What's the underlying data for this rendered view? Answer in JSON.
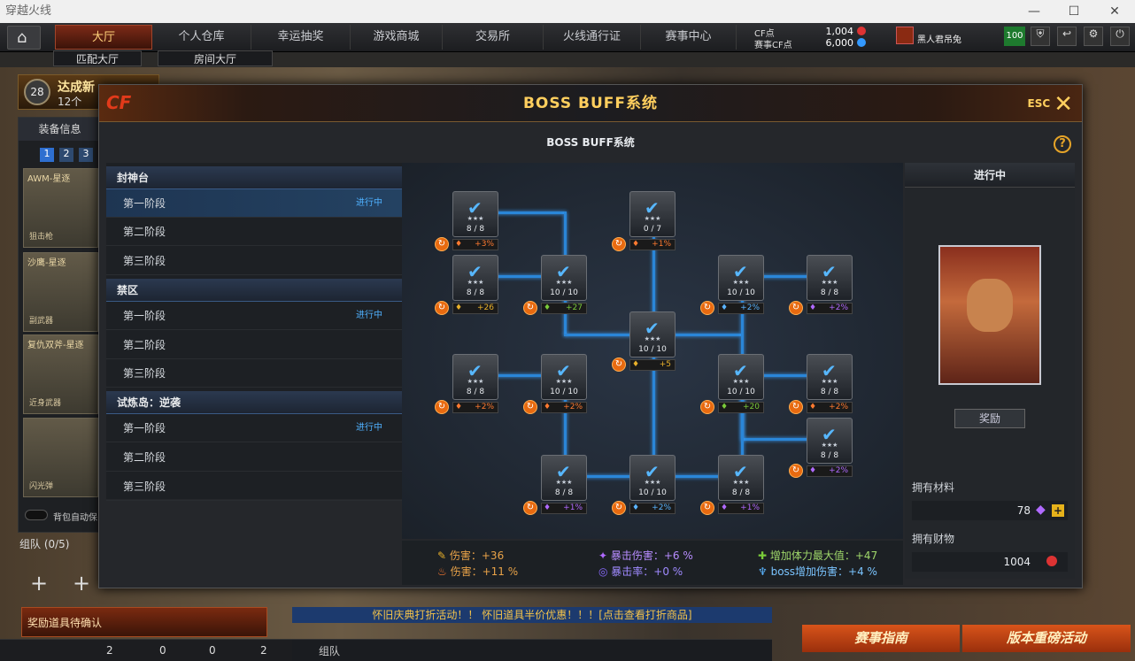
{
  "window": {
    "title": "穿越火线"
  },
  "nav": {
    "tabs": [
      "大厅",
      "个人仓库",
      "幸运抽奖",
      "游戏商城",
      "交易所",
      "火线通行证",
      "赛事中心"
    ],
    "subtabs": [
      "匹配大厅",
      "房间大厅"
    ]
  },
  "currency": {
    "cf_label": "CF点",
    "cf_value": "1,004",
    "event_label": "赛事CF点",
    "event_value": "6,000"
  },
  "user": {
    "name": "黑人君吊兔",
    "level": "100",
    "badge": "28"
  },
  "background": {
    "achievement": "达成新",
    "achievement_count": "12个",
    "equip_tab": "装备信息",
    "pages": [
      "1",
      "2",
      "3"
    ],
    "weapons": [
      {
        "name": "AWM-星逐",
        "type": "狙击枪"
      },
      {
        "name": "沙鹰-星逐",
        "type": "副武器"
      },
      {
        "name": "复仇双斧-星逐",
        "type": "近身武器"
      },
      {
        "name": "",
        "type": "闪光弹"
      }
    ],
    "auto_label": "背包自动保",
    "squad_label": "组队 (0/5)",
    "reward_confirm": "奖励道具待确认",
    "news": "怀旧庆典打折活动！！ 怀旧道具半价优惠！！！[点击查看打折商品]",
    "team_btn": "组队",
    "status_counts": [
      "2",
      "0",
      "0",
      "2"
    ],
    "btn_guide": "赛事指南",
    "btn_activity": "版本重磅活动"
  },
  "modal": {
    "title": "BOSS BUFF系统",
    "esc_label": "ESC",
    "subtitle": "BOSS BUFF系统",
    "help": "?",
    "groups": [
      {
        "name": "封神台",
        "stages": [
          {
            "label": "第一阶段",
            "status": "进行中"
          },
          {
            "label": "第二阶段",
            "status": ""
          },
          {
            "label": "第三阶段",
            "status": ""
          }
        ]
      },
      {
        "name": "禁区",
        "stages": [
          {
            "label": "第一阶段",
            "status": "进行中"
          },
          {
            "label": "第二阶段",
            "status": ""
          },
          {
            "label": "第三阶段",
            "status": ""
          }
        ]
      },
      {
        "name": "试炼岛：逆袭",
        "stages": [
          {
            "label": "第一阶段",
            "status": "进行中"
          },
          {
            "label": "第二阶段",
            "status": ""
          },
          {
            "label": "第三阶段",
            "status": ""
          }
        ]
      }
    ],
    "nodes": [
      {
        "count": "8 / 8",
        "bonus": "+3%",
        "color": "#ff7a30"
      },
      {
        "count": "0 / 7",
        "bonus": "+1%",
        "color": "#ff7a30"
      },
      {
        "count": "8 / 8",
        "bonus": "+26",
        "color": "#e8b02a"
      },
      {
        "count": "10 / 10",
        "bonus": "+27",
        "color": "#7acb3a"
      },
      {
        "count": "10 / 10",
        "bonus": "+2%",
        "color": "#5ab4ff"
      },
      {
        "count": "8 / 8",
        "bonus": "+2%",
        "color": "#b06aff"
      },
      {
        "count": "10 / 10",
        "bonus": "+5",
        "color": "#e8b02a"
      },
      {
        "count": "8 / 8",
        "bonus": "+2%",
        "color": "#ff7a30"
      },
      {
        "count": "10 / 10",
        "bonus": "+2%",
        "color": "#ff7a30"
      },
      {
        "count": "10 / 10",
        "bonus": "+20",
        "color": "#7acb3a"
      },
      {
        "count": "8 / 8",
        "bonus": "+2%",
        "color": "#ff7a30"
      },
      {
        "count": "8 / 8",
        "bonus": "+2%",
        "color": "#b06aff"
      },
      {
        "count": "8 / 8",
        "bonus": "+1%",
        "color": "#b06aff"
      },
      {
        "count": "10 / 10",
        "bonus": "+2%",
        "color": "#5ab4ff"
      },
      {
        "count": "8 / 8",
        "bonus": "+1%",
        "color": "#b06aff"
      }
    ],
    "summary": {
      "dmg": "伤害：+36",
      "dmg_pct": "伤害：+11 %",
      "crit_dmg": "暴击伤害：+6 %",
      "crit_rate": "暴击率：+0 %",
      "hp": "增加体力最大值：+47",
      "boss": "boss增加伤害：+4 %"
    },
    "right": {
      "title": "进行中",
      "reward_btn": "奖励",
      "material_label": "拥有材料",
      "material_value": "78",
      "wealth_label": "拥有财物",
      "wealth_value": "1004"
    }
  }
}
